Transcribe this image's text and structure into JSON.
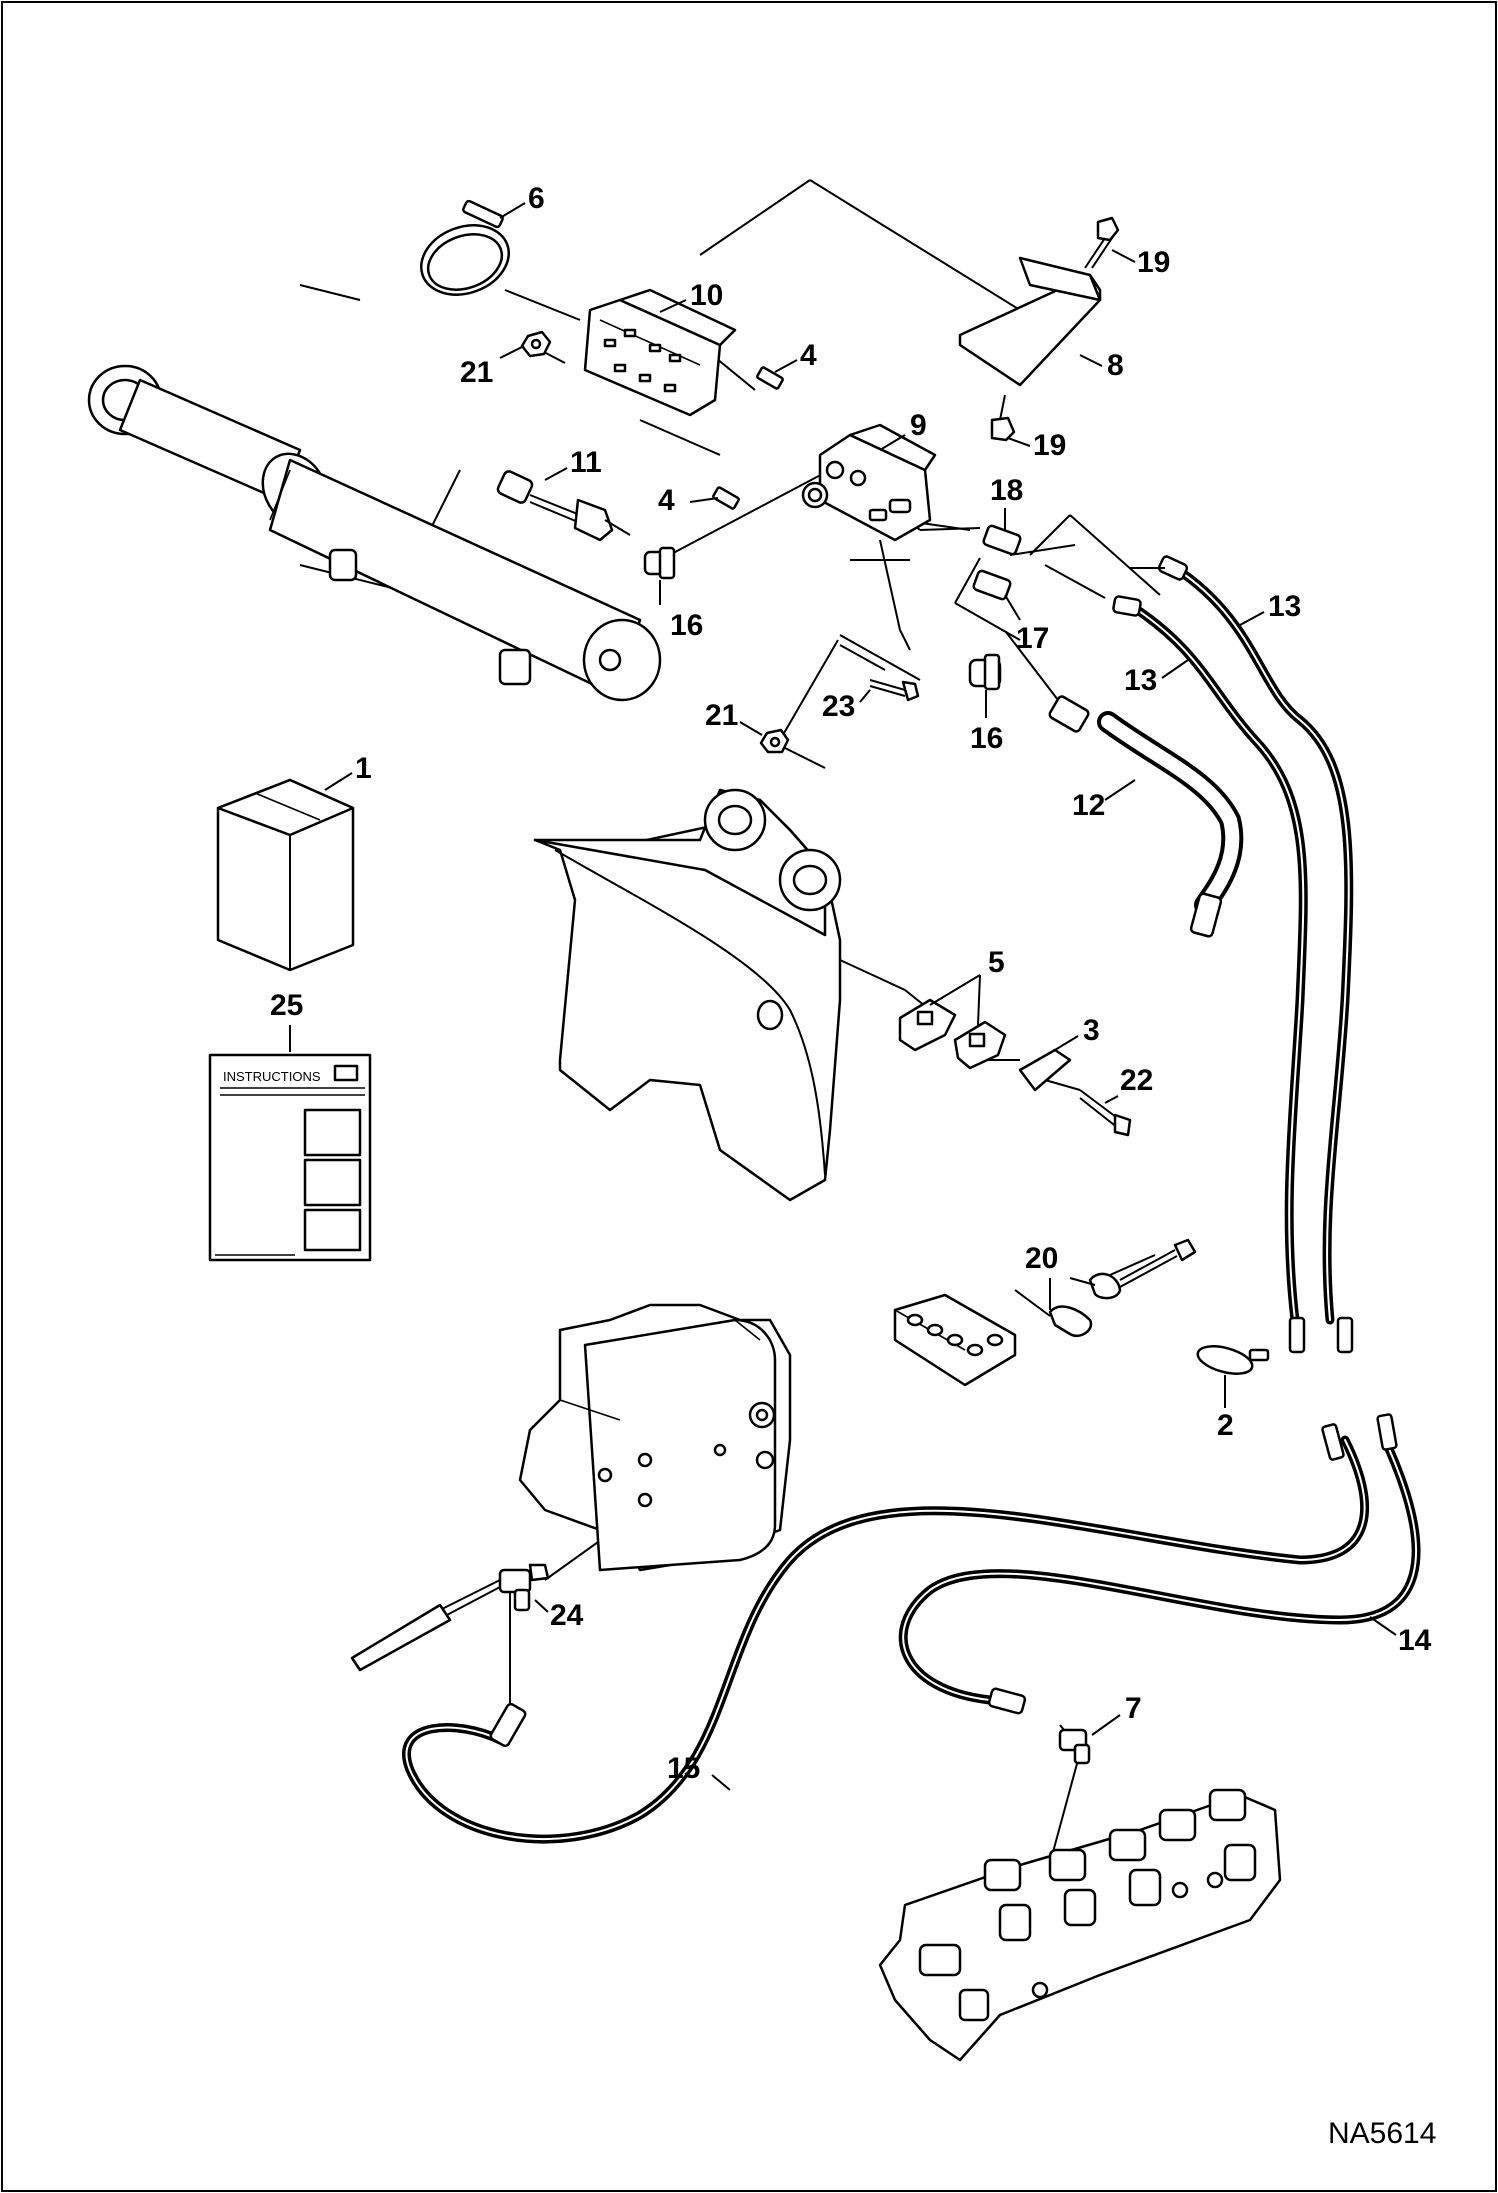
{
  "figure_id": "NA5614",
  "instructions_label": "INSTRUCTIONS",
  "callouts": [
    {
      "id": "c1",
      "label": "1"
    },
    {
      "id": "c2",
      "label": "2"
    },
    {
      "id": "c3",
      "label": "3"
    },
    {
      "id": "c4a",
      "label": "4"
    },
    {
      "id": "c4b",
      "label": "4"
    },
    {
      "id": "c5",
      "label": "5"
    },
    {
      "id": "c6",
      "label": "6"
    },
    {
      "id": "c7",
      "label": "7"
    },
    {
      "id": "c8",
      "label": "8"
    },
    {
      "id": "c9",
      "label": "9"
    },
    {
      "id": "c10",
      "label": "10"
    },
    {
      "id": "c11",
      "label": "11"
    },
    {
      "id": "c12",
      "label": "12"
    },
    {
      "id": "c13a",
      "label": "13"
    },
    {
      "id": "c13b",
      "label": "13"
    },
    {
      "id": "c14",
      "label": "14"
    },
    {
      "id": "c15",
      "label": "15"
    },
    {
      "id": "c16a",
      "label": "16"
    },
    {
      "id": "c16b",
      "label": "16"
    },
    {
      "id": "c17",
      "label": "17"
    },
    {
      "id": "c18",
      "label": "18"
    },
    {
      "id": "c19a",
      "label": "19"
    },
    {
      "id": "c19b",
      "label": "19"
    },
    {
      "id": "c20",
      "label": "20"
    },
    {
      "id": "c21a",
      "label": "21"
    },
    {
      "id": "c21b",
      "label": "21"
    },
    {
      "id": "c22",
      "label": "22"
    },
    {
      "id": "c23",
      "label": "23"
    },
    {
      "id": "c24",
      "label": "24"
    },
    {
      "id": "c25",
      "label": "25"
    }
  ]
}
